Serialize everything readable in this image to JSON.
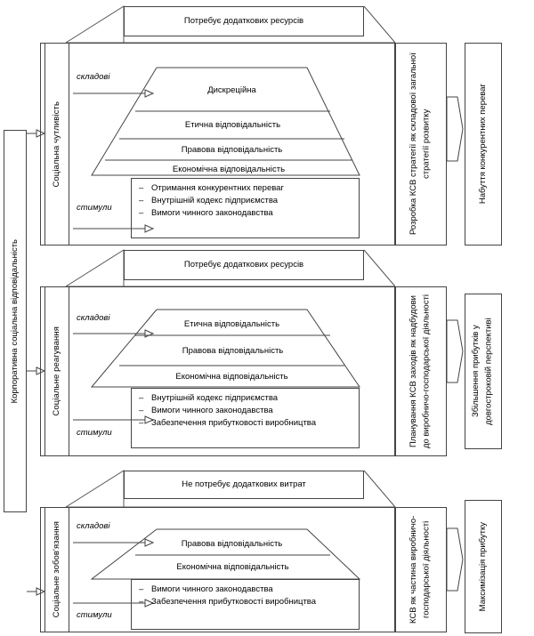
{
  "diagram": {
    "title_left": "Корпоративна соціальна відповідальність",
    "connector_labels": {
      "components": "складові",
      "incentives": "стимули"
    },
    "levels": [
      {
        "id": "social-sensitivity",
        "side_label": "Соціальна чутливість",
        "callout": "Потребує додаткових ресурсів",
        "pyramid_tiers": [
          "Дискреційна",
          "Етична відповідальність",
          "Правова відповідальність",
          "Економічна відповідальність"
        ],
        "incentive_items": [
          "Отримання конкурентних переваг",
          "Внутрішній кодекс підприємства",
          "Вимоги чинного законодавства"
        ],
        "outcome_box": "Розробка КСВ стратегії як складової загальної стратегії розвитку",
        "result_box": "Набуття конкурентних переваг"
      },
      {
        "id": "social-response",
        "side_label": "Соціальне реагування",
        "callout": "Потребує додаткових ресурсів",
        "pyramid_tiers": [
          "Етична відповідальність",
          "Правова відповідальність",
          "Економічна відповідальність"
        ],
        "incentive_items": [
          "Внутрішній кодекс підприємства",
          "Вимоги чинного законодавства",
          "Забезпечення прибутковості виробництва"
        ],
        "outcome_box": "Планування КСВ заходів як надбудови до виробничо-господарської діяльності",
        "result_box": "Збільшення прибутків у довгостроковій перспективі"
      },
      {
        "id": "social-obligation",
        "side_label": "Соціальне зобов'язання",
        "callout": "Не потребує додаткових витрат",
        "pyramid_tiers": [
          "Правова відповідальність",
          "Економічна відповідальність"
        ],
        "incentive_items": [
          "Вимоги чинного законодавства",
          "Забезпечення прибутковості виробництва"
        ],
        "outcome_box": "КСВ як частина виробничо-господарської діяльності",
        "result_box": "Максимізація прибутку"
      }
    ],
    "colors": {
      "stroke": "#444444",
      "text": "#000000",
      "background": "#ffffff"
    }
  }
}
